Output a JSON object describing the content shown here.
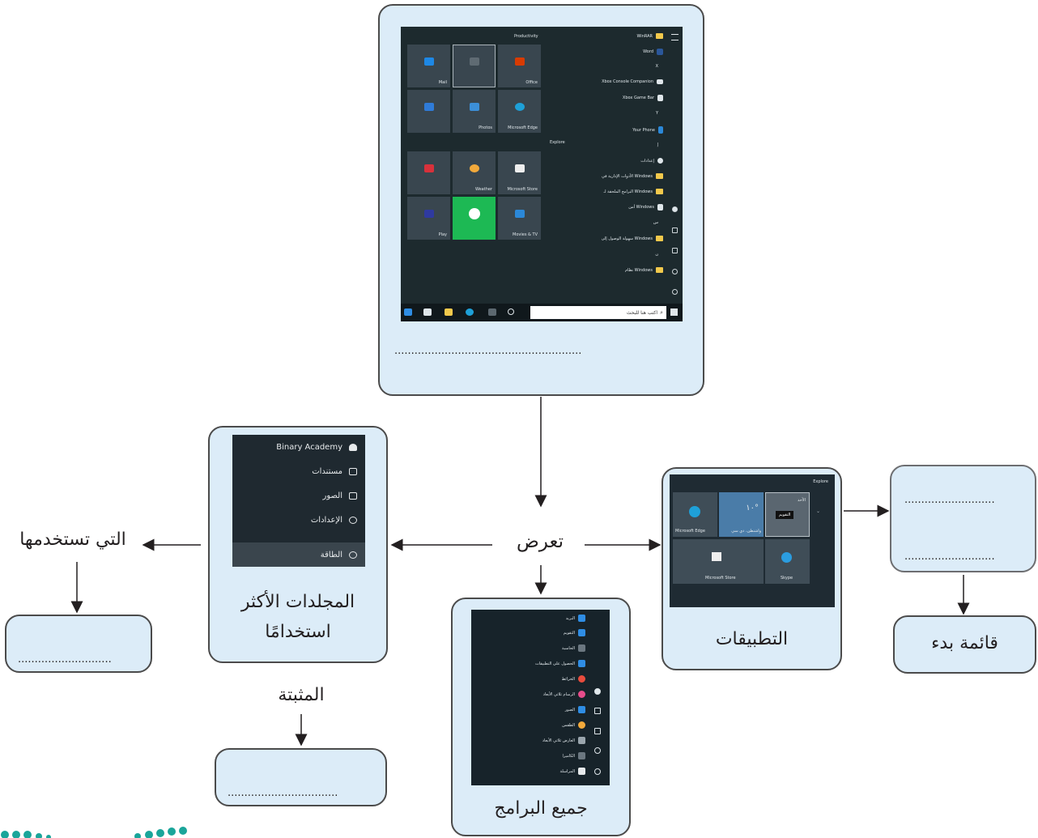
{
  "diagram": {
    "blank_dots": "........................................................",
    "verb_center": "تعرض",
    "start_menu": {
      "label": "قائمة بدء",
      "blank_line_1": "...........................",
      "blank_line_2": "..........................."
    },
    "apps": {
      "label": "التطبيقات"
    },
    "all_programs": {
      "label": "جميع البرامج"
    },
    "folders": {
      "label_line_1": "المجلدات الأكثر",
      "label_line_2": "استخدامًا"
    },
    "used": {
      "label": "التي تستخدمها",
      "blank": "............................"
    },
    "pinned": {
      "label": "المثبتة",
      "blank": "................................."
    }
  },
  "start_screen": {
    "group_productivity": "Productivity",
    "group_explore": "Explore",
    "tiles": [
      {
        "name": "Mail",
        "color": "#1e88e5"
      },
      {
        "name": "",
        "color": "#5f6b73"
      },
      {
        "name": "Office",
        "color": "#d83b01"
      },
      {
        "name": "",
        "color": "#2f7bd8"
      },
      {
        "name": "Photos",
        "color": "#3c8fd8"
      },
      {
        "name": "Microsoft Edge",
        "color": "#1ea0d8"
      },
      {
        "name": "",
        "color": "#d8313b"
      },
      {
        "name": "Weather",
        "color": "#f2a93b"
      },
      {
        "name": "Microsoft Store",
        "color": "#eeeeee"
      },
      {
        "name": "Play",
        "color": "#2f3aa0"
      },
      {
        "name": "",
        "color": "#ffffff"
      },
      {
        "name": "Movies & TV",
        "color": "#2b88d8"
      }
    ],
    "list": [
      {
        "label": "WinRAR",
        "kind": "folder"
      },
      {
        "label": "Word",
        "kind": "app"
      },
      {
        "label": "X",
        "kind": "letter"
      },
      {
        "label": "Xbox Console Companion",
        "kind": "app"
      },
      {
        "label": "Xbox Game Bar",
        "kind": "app"
      },
      {
        "label": "Y",
        "kind": "letter"
      },
      {
        "label": "Your Phone",
        "kind": "app"
      },
      {
        "label": "إ",
        "kind": "letter"
      },
      {
        "label": "إعدادات",
        "kind": "app"
      },
      {
        "label": "الأدوات الإدارية في Windows",
        "kind": "folder"
      },
      {
        "label": "البرامج الملحقة لـ Windows",
        "kind": "folder"
      },
      {
        "label": "أمن Windows",
        "kind": "app"
      },
      {
        "label": "س",
        "kind": "letter"
      },
      {
        "label": "سهولة الوصول إلى Windows",
        "kind": "folder"
      },
      {
        "label": "ن",
        "kind": "letter"
      },
      {
        "label": "نظام Windows",
        "kind": "folder"
      }
    ],
    "search_placeholder": "اكتب هنا للبحث"
  },
  "apps_screen": {
    "group": "Explore",
    "tiles": [
      "Microsoft Edge",
      "واشنطن، دي سي",
      "التقويم",
      "Microsoft Store",
      "Skype"
    ],
    "weather_temp": "١٠°",
    "calendar_day": "الأحد"
  },
  "folders_screen": {
    "items": [
      "Binary Academy",
      "مستندات",
      "الصور",
      "الإعدادات",
      "الطاقة"
    ]
  },
  "programs_screen": {
    "items": [
      {
        "label": "البريد",
        "color": "#2f8de4"
      },
      {
        "label": "التقويم",
        "color": "#2f8de4"
      },
      {
        "label": "الحاسبة",
        "color": "#6b7780"
      },
      {
        "label": "الحصول على التطبيقات",
        "color": "#2f8de4"
      },
      {
        "label": "الخرائط",
        "color": "#e84c3d"
      },
      {
        "label": "الرسام ثلاثي الأبعاد",
        "color": "#e84c8b"
      },
      {
        "label": "الصور",
        "color": "#2f8de4"
      },
      {
        "label": "الطقس",
        "color": "#f2a93b"
      },
      {
        "label": "العارض ثلاثي الأبعاد",
        "color": "#9aa5ad"
      },
      {
        "label": "الكاميرا",
        "color": "#6b7780"
      },
      {
        "label": "المراسلة",
        "color": "#e6e9eb"
      }
    ]
  }
}
